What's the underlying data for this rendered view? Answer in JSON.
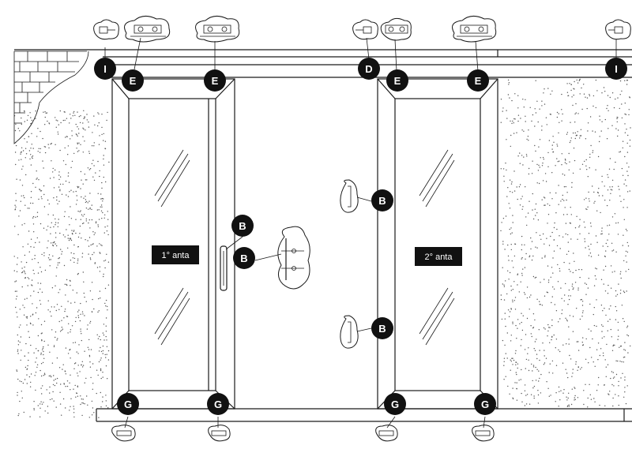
{
  "leaves": [
    {
      "id": "leaf-1",
      "label": "1° anta"
    },
    {
      "id": "leaf-2",
      "label": "2° anta"
    }
  ],
  "markers": [
    {
      "id": "marker-i-left",
      "label": "I"
    },
    {
      "id": "marker-e-1",
      "label": "E"
    },
    {
      "id": "marker-e-2",
      "label": "E"
    },
    {
      "id": "marker-d",
      "label": "D"
    },
    {
      "id": "marker-e-3",
      "label": "E"
    },
    {
      "id": "marker-e-4",
      "label": "E"
    },
    {
      "id": "marker-i-right",
      "label": "I"
    },
    {
      "id": "marker-b-1",
      "label": "B"
    },
    {
      "id": "marker-b-2",
      "label": "B"
    },
    {
      "id": "marker-b-3",
      "label": "B"
    },
    {
      "id": "marker-b-4",
      "label": "B"
    },
    {
      "id": "marker-g-1",
      "label": "G"
    },
    {
      "id": "marker-g-2",
      "label": "G"
    },
    {
      "id": "marker-g-3",
      "label": "G"
    },
    {
      "id": "marker-g-4",
      "label": "G"
    }
  ],
  "colors": {
    "ink": "#1a1a1a",
    "marker": "#111111",
    "background": "#ffffff"
  }
}
